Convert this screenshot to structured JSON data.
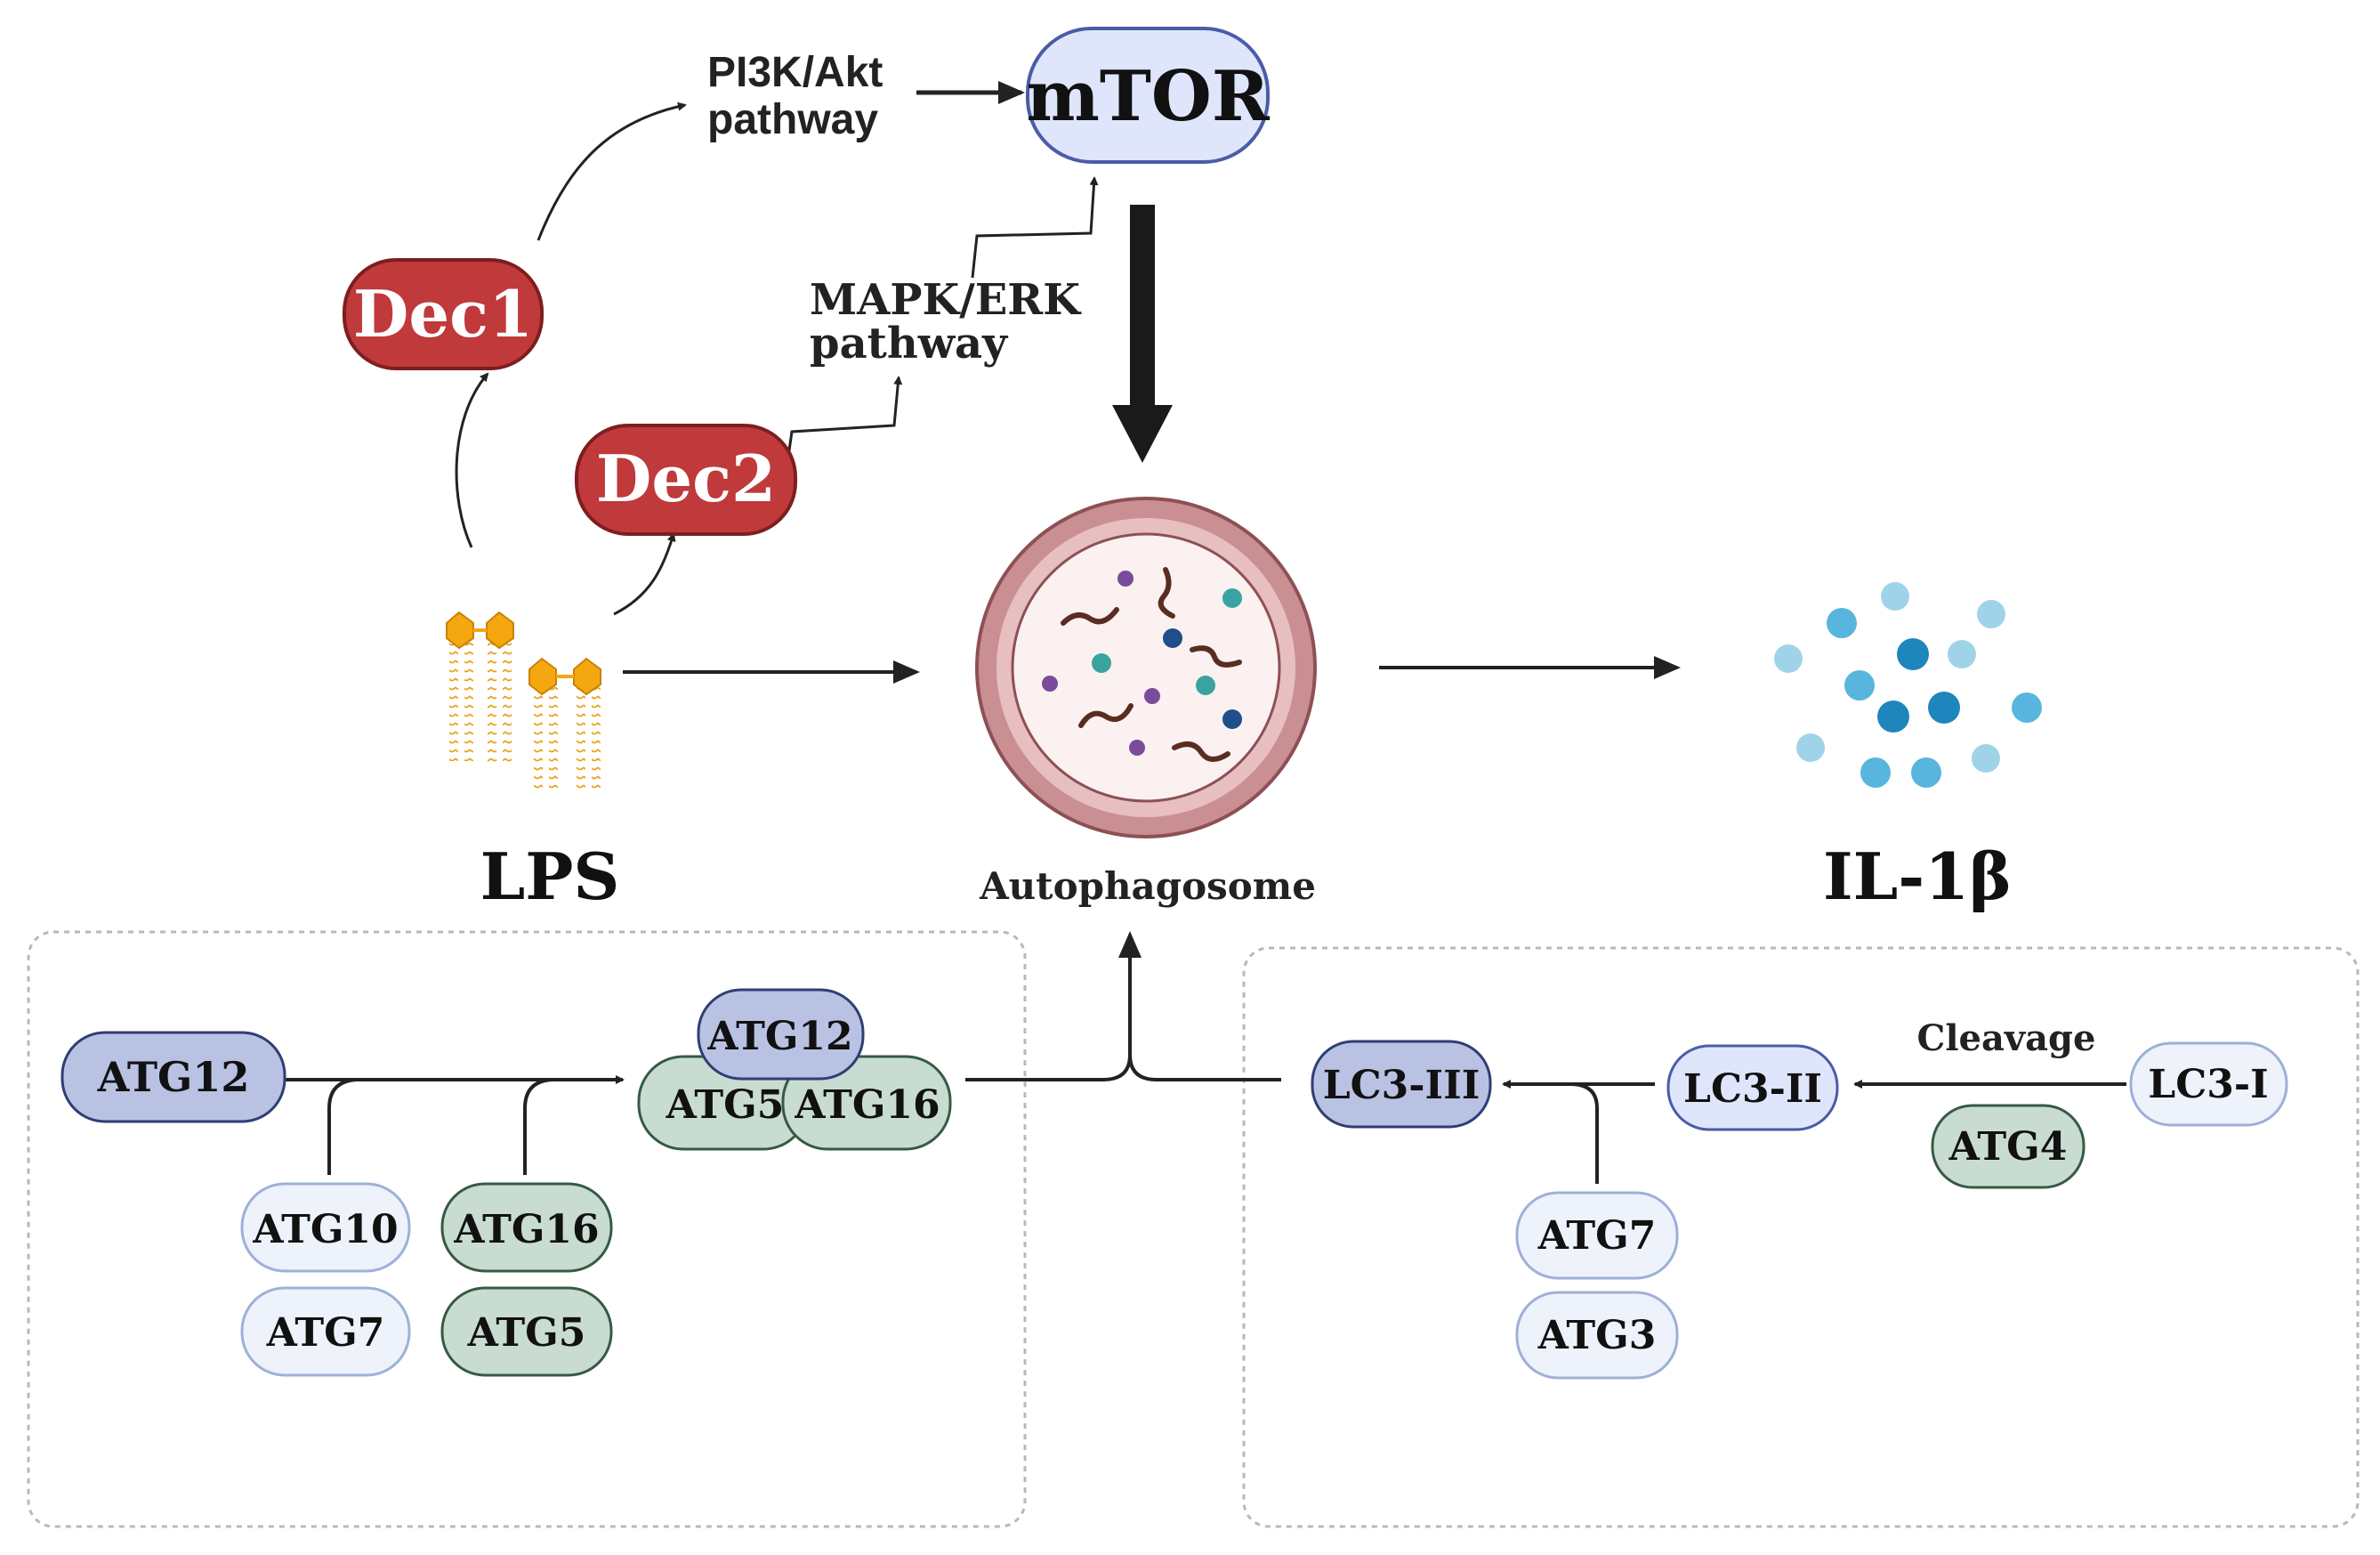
{
  "mtor": "mTOR",
  "dec1": "Dec1",
  "dec2": "Dec2",
  "pi3k": {
    "line1": "PI3K/Akt",
    "line2": "pathway"
  },
  "mapk": {
    "line1": "MAPK/ERK",
    "line2": "pathway"
  },
  "lps_label": "LPS",
  "autophagosome_label": "Autophagosome",
  "il1b_label": "IL-1β",
  "left_panel": {
    "atg12_input": "ATG12",
    "complex": {
      "top": "ATG12",
      "left": "ATG5",
      "right": "ATG16"
    },
    "helpers_a": [
      "ATG10",
      "ATG7"
    ],
    "helpers_b": [
      "ATG16",
      "ATG5"
    ]
  },
  "right_panel": {
    "lc3_iii": "LC3-III",
    "lc3_ii": "LC3-II",
    "lc3_i": "LC3-I",
    "cleavage": "Cleavage",
    "atg4": "ATG4",
    "helpers": [
      "ATG7",
      "ATG3"
    ]
  },
  "colors": {
    "dec_red": "#c0393b",
    "mtor_fill": "#dfe6fb",
    "atg12_fill": "#b9c2e3",
    "green_fill": "#c9dcd1",
    "light_fill": "#eef2fb",
    "lps_orange": "#f5a70f",
    "autophagosome_ring": "#d9a5a8",
    "il1b_blue": "#2b95c7"
  }
}
